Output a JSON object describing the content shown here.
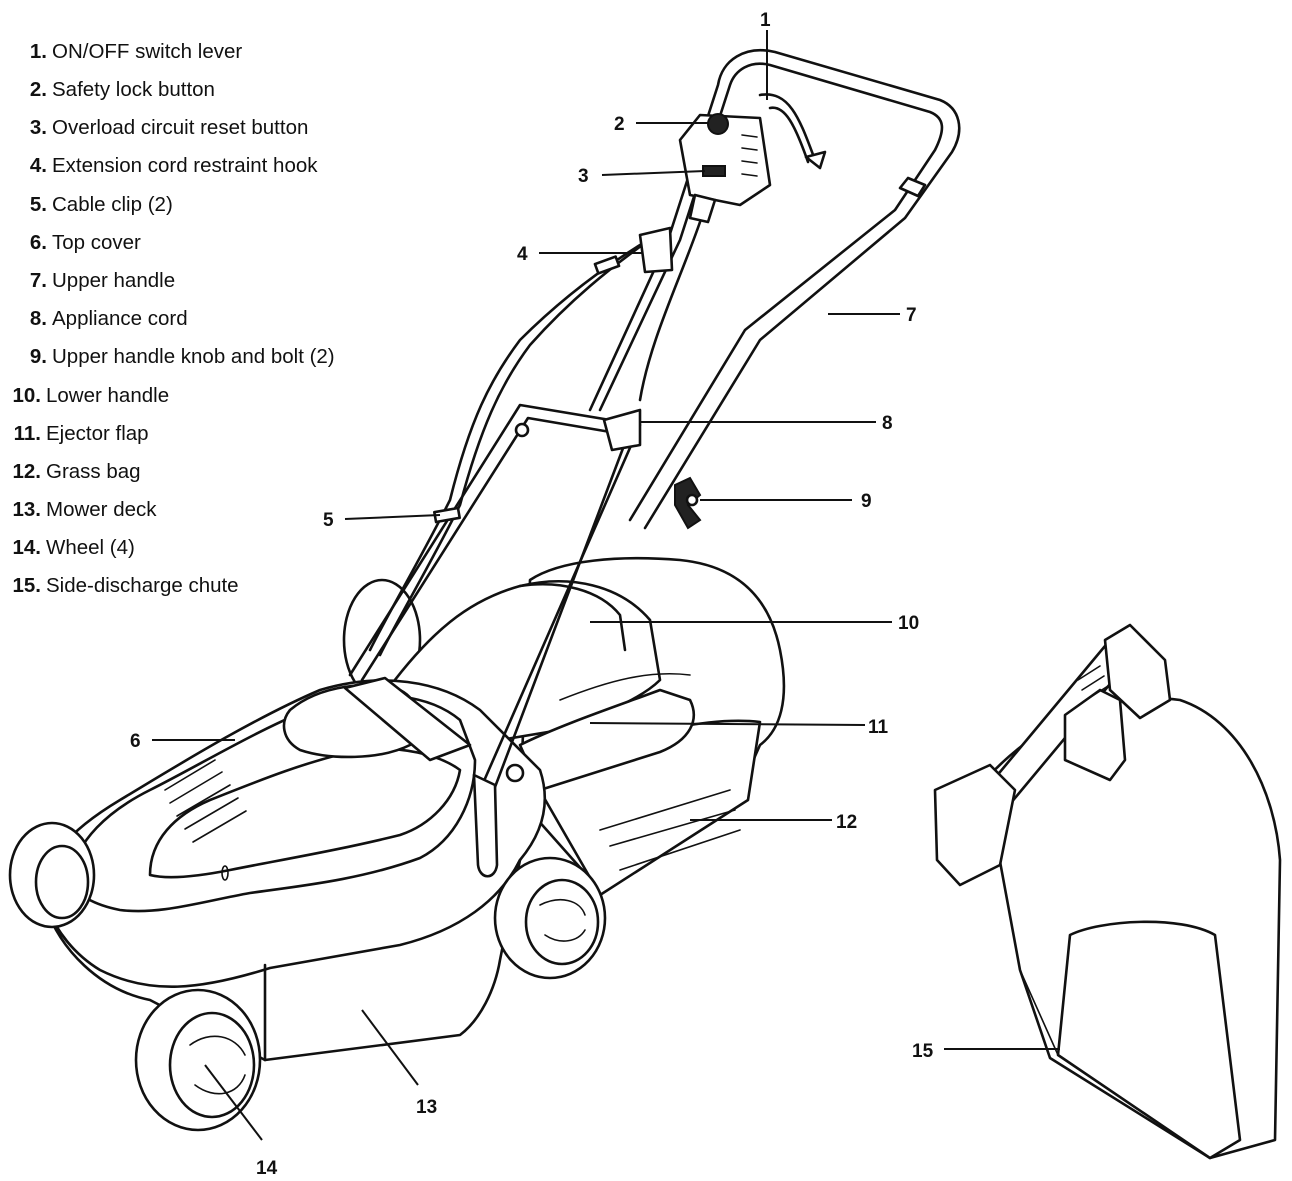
{
  "legend": [
    {
      "number": "1.",
      "label": "ON/OFF switch lever"
    },
    {
      "number": "2.",
      "label": "Safety lock button"
    },
    {
      "number": "3.",
      "label": "Overload circuit reset button"
    },
    {
      "number": "4.",
      "label": "Extension cord restraint hook"
    },
    {
      "number": "5.",
      "label": "Cable clip (2)"
    },
    {
      "number": "6.",
      "label": "Top cover"
    },
    {
      "number": "7.",
      "label": "Upper handle"
    },
    {
      "number": "8.",
      "label": "Appliance cord"
    },
    {
      "number": "9.",
      "label": "Upper handle knob and bolt (2)"
    },
    {
      "number": "10.",
      "label": "Lower handle"
    },
    {
      "number": "11.",
      "label": "Ejector flap"
    },
    {
      "number": "12.",
      "label": "Grass bag"
    },
    {
      "number": "13.",
      "label": "Mower deck"
    },
    {
      "number": "14.",
      "label": "Wheel (4)"
    },
    {
      "number": "15.",
      "label": "Side-discharge chute"
    }
  ],
  "callouts": [
    "1",
    "2",
    "3",
    "4",
    "5",
    "6",
    "7",
    "8",
    "9",
    "10",
    "11",
    "12",
    "13",
    "14",
    "15"
  ]
}
